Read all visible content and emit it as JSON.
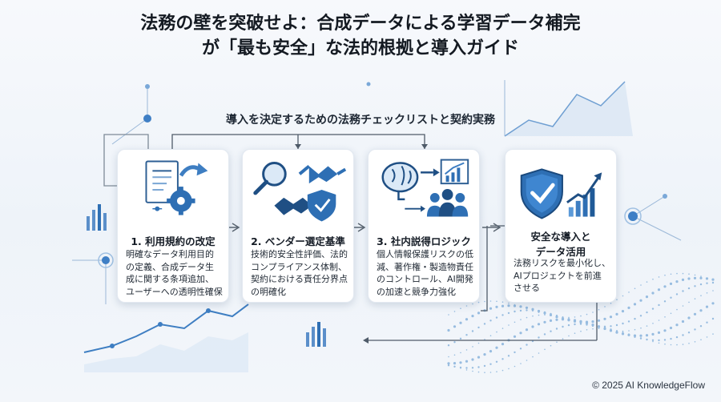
{
  "title": {
    "line1": "法務の壁を突破せよ：合成データによる学習データ補完",
    "line2": "が「最も安全」な法的根拠と導入ガイド"
  },
  "subtitle": "導入を決定するための法務チェックリストと契約実務",
  "cards": [
    {
      "title": "1. 利用規約の改定",
      "body": [
        "明確なデータ利用目的",
        "の定義、合成データ生",
        "成に関する条項追加、",
        "ユーザーへの透明性確保"
      ],
      "icons": [
        "document-icon",
        "gear-icon",
        "arrow-right-icon"
      ]
    },
    {
      "title": "2. ベンダー選定基準",
      "body": [
        "技術的安全性評価、法的",
        "コンプライアンス体制、",
        "契約における責任分界点",
        "の明確化"
      ],
      "icons": [
        "magnifier-icon",
        "handshake-icon",
        "shield-check-icon"
      ]
    },
    {
      "title": "3. 社内説得ロジック",
      "body": [
        "個人情報保護リスクの低",
        "減、著作権・製造物責任",
        "のコントロール、AI開発",
        "の加速と競争力強化"
      ],
      "icons": [
        "brain-icon",
        "growth-chart-icon",
        "team-icon"
      ]
    },
    {
      "title_lines": [
        "安全な導入と",
        "データ活用"
      ],
      "body": [
        "法務リスクを最小化し、",
        "AIプロジェクトを前進",
        "させる"
      ],
      "icons": [
        "shield-check-icon",
        "growth-chart-icon"
      ]
    }
  ],
  "footer": "© 2025 AI KnowledgeFlow",
  "colors": {
    "primary": "#2e6fb4",
    "accent": "#5aa0e0",
    "dark": "#23486f"
  }
}
